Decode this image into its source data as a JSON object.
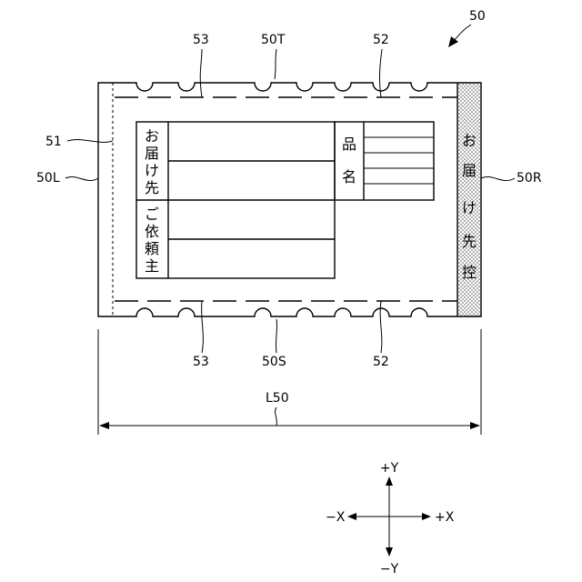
{
  "labels": {
    "ref_50": "50",
    "ref_53_top": "53",
    "ref_50T": "50T",
    "ref_52_top": "52",
    "ref_51": "51",
    "ref_50L": "50L",
    "ref_50R": "50R",
    "ref_53_bottom": "53",
    "ref_50S": "50S",
    "ref_52_bottom": "52",
    "ref_L50": "L50"
  },
  "form": {
    "delivery_to": [
      "お",
      "届",
      "け",
      "先"
    ],
    "requester": [
      "ご",
      "依",
      "頼",
      "主"
    ],
    "item_name": [
      "品",
      "名"
    ],
    "delivery_stub": [
      "お",
      "届",
      "け",
      "先",
      "控"
    ]
  },
  "axes": {
    "plus_y": "+Y",
    "minus_y": "−Y",
    "plus_x": "+X",
    "minus_x": "−X"
  }
}
